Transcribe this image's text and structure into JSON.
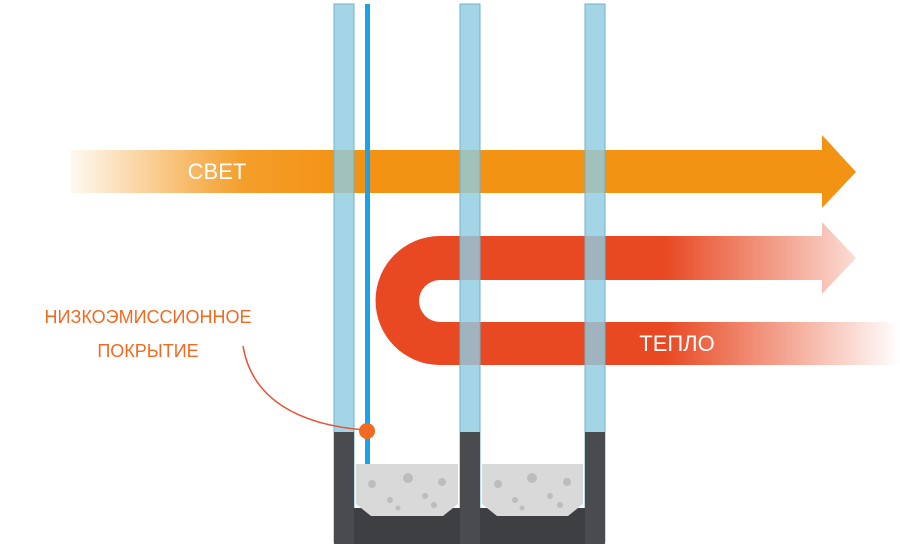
{
  "labels": {
    "light": "СВЕТ",
    "heat": "ТЕПЛО",
    "coating_line1": "НИЗКОЭМИССИОННОЕ",
    "coating_line2": "ПОКРЫТИЕ"
  },
  "colors": {
    "light_arrow": "#F39313",
    "heat_arrow": "#E84822",
    "glass": "#8FCCE0",
    "glass_edge": "#6FB3CC",
    "coating_film": "#1AA3E8",
    "coating_dot": "#F26A21",
    "callout_text": "#F26A21",
    "frame_dark": "#4A4B4F",
    "desiccant": "#D9D9D9",
    "desiccant_dots": "#BDBDBD"
  },
  "components": {
    "panes": [
      "glass-pane-1",
      "glass-pane-2",
      "glass-pane-3"
    ],
    "spacers": [
      "spacer-chamber-1",
      "spacer-chamber-2"
    ]
  }
}
